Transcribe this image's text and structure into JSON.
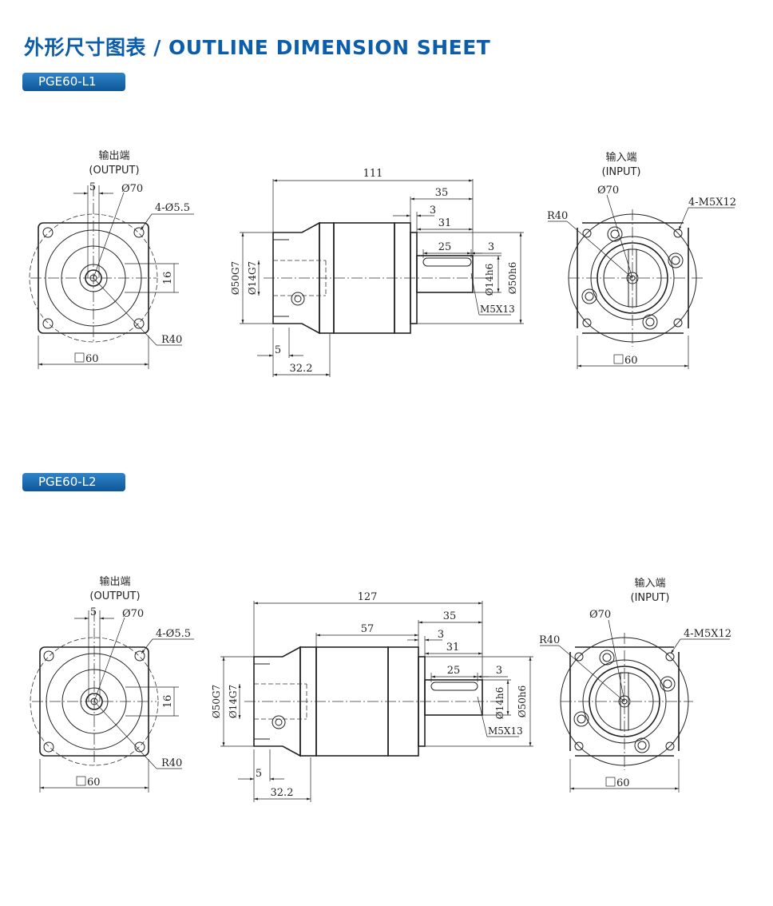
{
  "header": {
    "title": "外形尺寸图表 / OUTLINE DIMENSION SHEET"
  },
  "models": [
    {
      "badge": "PGE60-L1",
      "output": {
        "label_cn": "输出端",
        "label_en": "(OUTPUT)",
        "dims": {
          "d5": "5",
          "d70": "Ø70",
          "holes": "4-Ø5.5",
          "d16": "16",
          "r40": "R40",
          "sq60": "60"
        }
      },
      "side": {
        "d111": "111",
        "d35": "35",
        "d3a": "3",
        "d31": "31",
        "d25": "25",
        "d3b": "3",
        "d50g7": "Ø50G7",
        "d14g7": "Ø14G7",
        "d14h6": "Ø14h6",
        "d50h6": "Ø50h6",
        "m5": "M5X13",
        "d5": "5",
        "d322": "32.2"
      },
      "input": {
        "label_cn": "输入端",
        "label_en": "(INPUT)",
        "dims": {
          "d70": "Ø70",
          "screws": "4-M5X12",
          "r40": "R40",
          "sq60": "60"
        }
      }
    },
    {
      "badge": "PGE60-L2",
      "output": {
        "label_cn": "输出端",
        "label_en": "(OUTPUT)",
        "dims": {
          "d5": "5",
          "d70": "Ø70",
          "holes": "4-Ø5.5",
          "d16": "16",
          "r40": "R40",
          "sq60": "60"
        }
      },
      "side": {
        "d127": "127",
        "d57": "57",
        "d35": "35",
        "d3a": "3",
        "d31": "31",
        "d25": "25",
        "d3b": "3",
        "d50g7": "Ø50G7",
        "d14g7": "Ø14G7",
        "d14h6": "Ø14h6",
        "d50h6": "Ø50h6",
        "m5": "M5X13",
        "d5": "5",
        "d322": "32.2"
      },
      "input": {
        "label_cn": "输入端",
        "label_en": "(INPUT)",
        "dims": {
          "d70": "Ø70",
          "screws": "4-M5X12",
          "r40": "R40",
          "sq60": "60"
        }
      }
    }
  ]
}
